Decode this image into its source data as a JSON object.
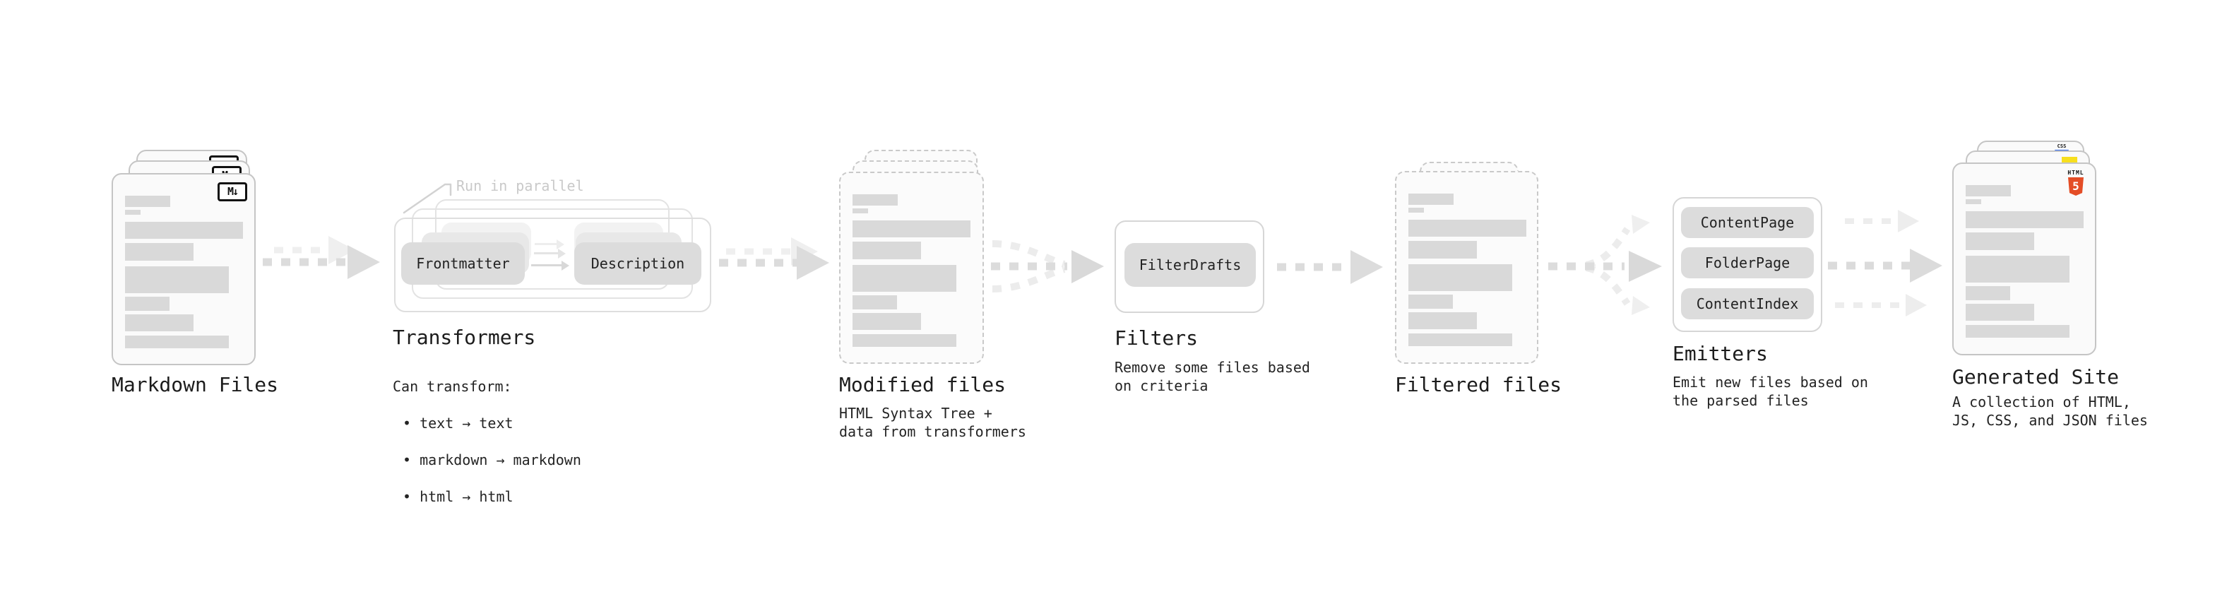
{
  "diagram": {
    "markdown": {
      "label": "Markdown Files",
      "badge": "M↓"
    },
    "transformers": {
      "label": "Transformers",
      "callout": "Run in parallel",
      "transformer_boxes": [
        "Frontmatter",
        "Description"
      ],
      "desc_title": "Can transform:",
      "bullets": [
        "• text → text",
        "• markdown → markdown",
        "• html → html"
      ]
    },
    "modified": {
      "label": "Modified files",
      "desc": "HTML Syntax Tree +\ndata from transformers"
    },
    "filters": {
      "label": "Filters",
      "box": "FilterDrafts",
      "desc": "Remove some files based\non criteria"
    },
    "filtered": {
      "label": "Filtered files"
    },
    "emitters": {
      "label": "Emitters",
      "boxes": [
        "ContentPage",
        "FolderPage",
        "ContentIndex"
      ],
      "desc": "Emit new files based on\nthe parsed files"
    },
    "generated": {
      "label": "Generated Site",
      "desc": "A collection of HTML,\nJS, CSS, and JSON files",
      "badges": {
        "css_label": "CSS",
        "html_word": "HTML",
        "html_number": "5"
      }
    }
  },
  "colors": {
    "html5_orange": "#e44d26",
    "js_yellow": "#f7df1e",
    "css_blue": "#2965f1",
    "process_box_gray": "#dcdcdc",
    "arrow_gray": "#dcdcdc",
    "arrow_ghost_gray": "#efefef",
    "card_border": "#c5c5c5",
    "text_dark": "#1e1e1e",
    "callout_muted": "#c9c9c9"
  }
}
